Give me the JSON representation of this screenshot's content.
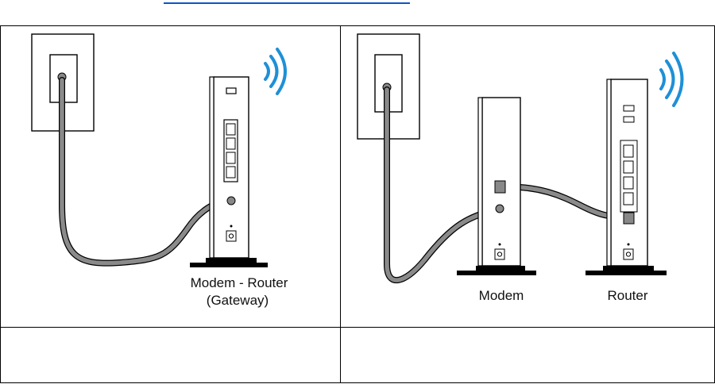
{
  "top_link": {
    "text": ""
  },
  "diagram_left": {
    "label_line1": "Modem - Router",
    "label_line2": "(Gateway)"
  },
  "diagram_right": {
    "modem_label": "Modem",
    "router_label": "Router"
  },
  "row2": {
    "left_text": "",
    "right_text": ""
  },
  "colors": {
    "signal": "#1e90d6",
    "cable": "#888888",
    "line": "#000000",
    "link": "#0a55c8"
  }
}
